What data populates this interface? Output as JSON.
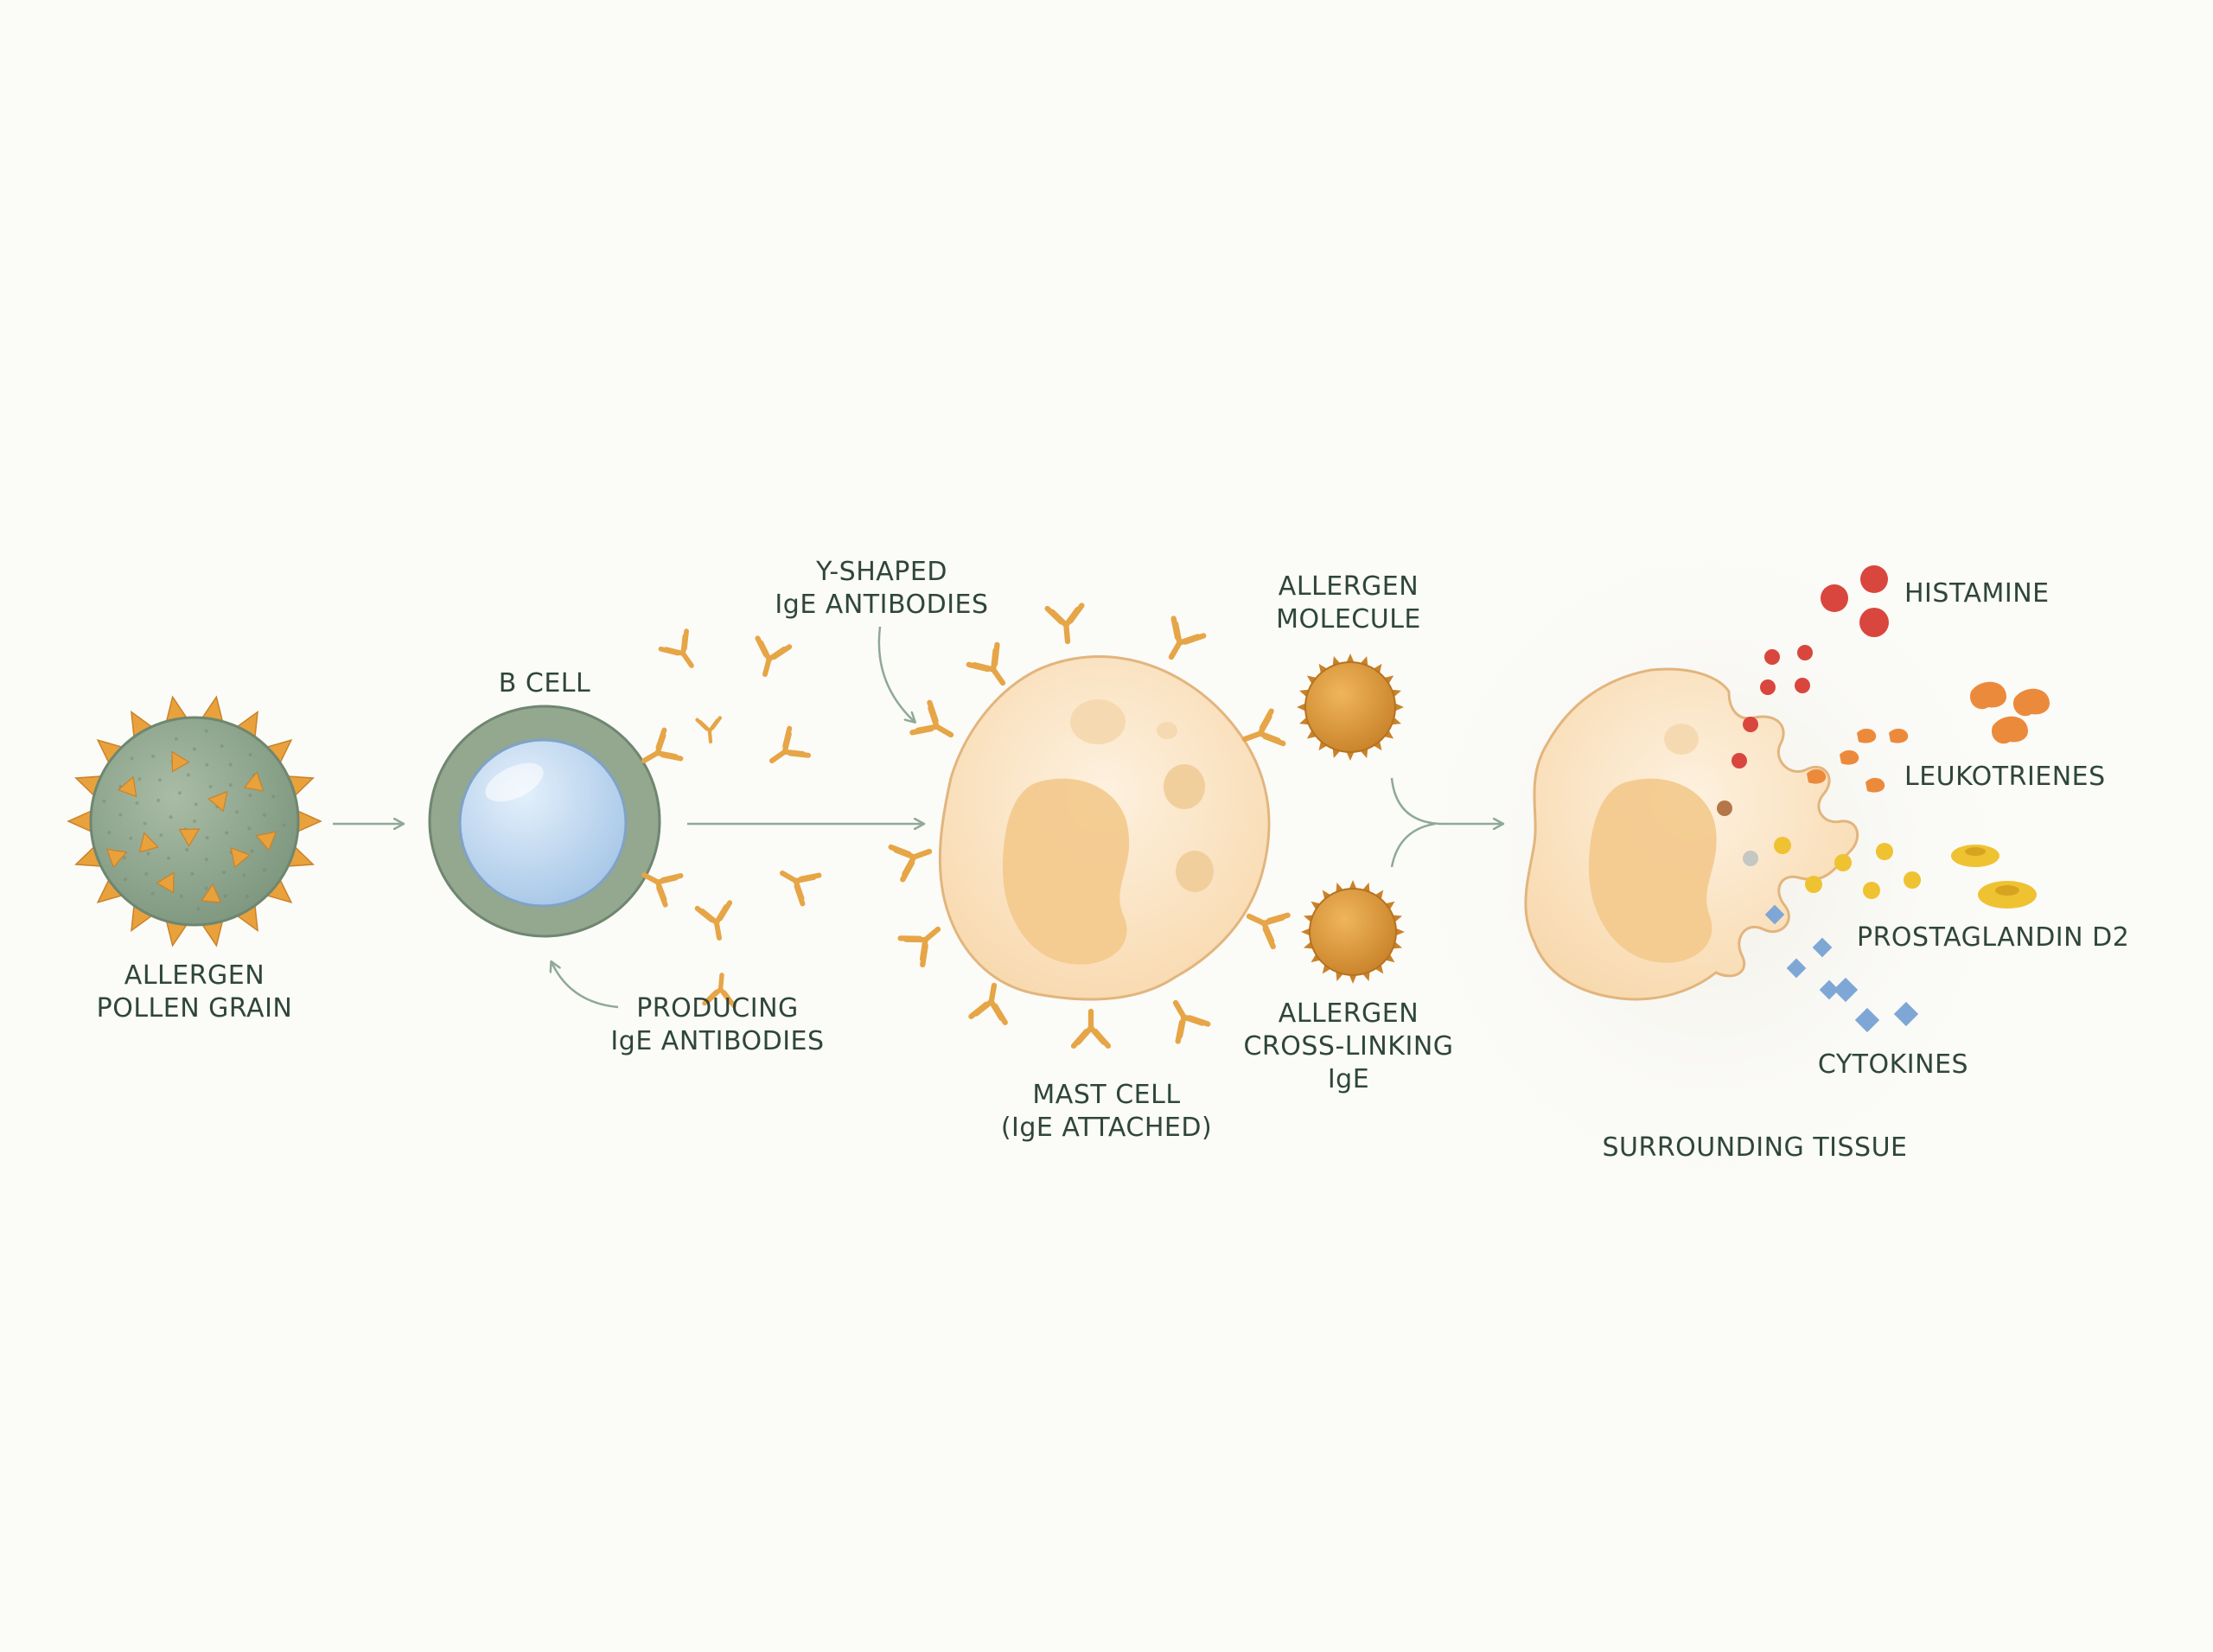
{
  "labels": {
    "pollen": [
      "ALLERGEN",
      "POLLEN GRAIN"
    ],
    "bcell": "B CELL",
    "producing": [
      "PRODUCING",
      "IgE ANTIBODIES"
    ],
    "yshaped": [
      "Y-SHAPED",
      "IgE ANTIBODIES"
    ],
    "mast": [
      "MAST CELL",
      "(IgE ATTACHED)"
    ],
    "allergen_molecule": [
      "ALLERGEN",
      "MOLECULE"
    ],
    "crosslink": [
      "ALLERGEN",
      "CROSS-LINKING",
      "IgE"
    ],
    "histamine": "HISTAMINE",
    "leukotrienes": "LEUKOTRIENES",
    "prostaglandin": "PROSTAGLANDIN D2",
    "cytokines": "CYTOKINES",
    "tissue": "SURROUNDING TISSUE"
  },
  "colors": {
    "text": "#2f4639",
    "arrow": "#8fa898",
    "pollen_body": "#8fa88f",
    "pollen_spike": "#e9a23b",
    "bcell_outer": "#93a88e",
    "bcell_nucleus": "#bcd5ee",
    "antibody": "#e6a546",
    "mast_cell": "#fbe3c4",
    "mast_nucleus": "#f3c98c",
    "allergen": "#dd9a3b",
    "histamine": "#d9463e",
    "leukotriene": "#ec8a3c",
    "prostaglandin": "#efc232",
    "cytokine": "#7ea7d6"
  }
}
